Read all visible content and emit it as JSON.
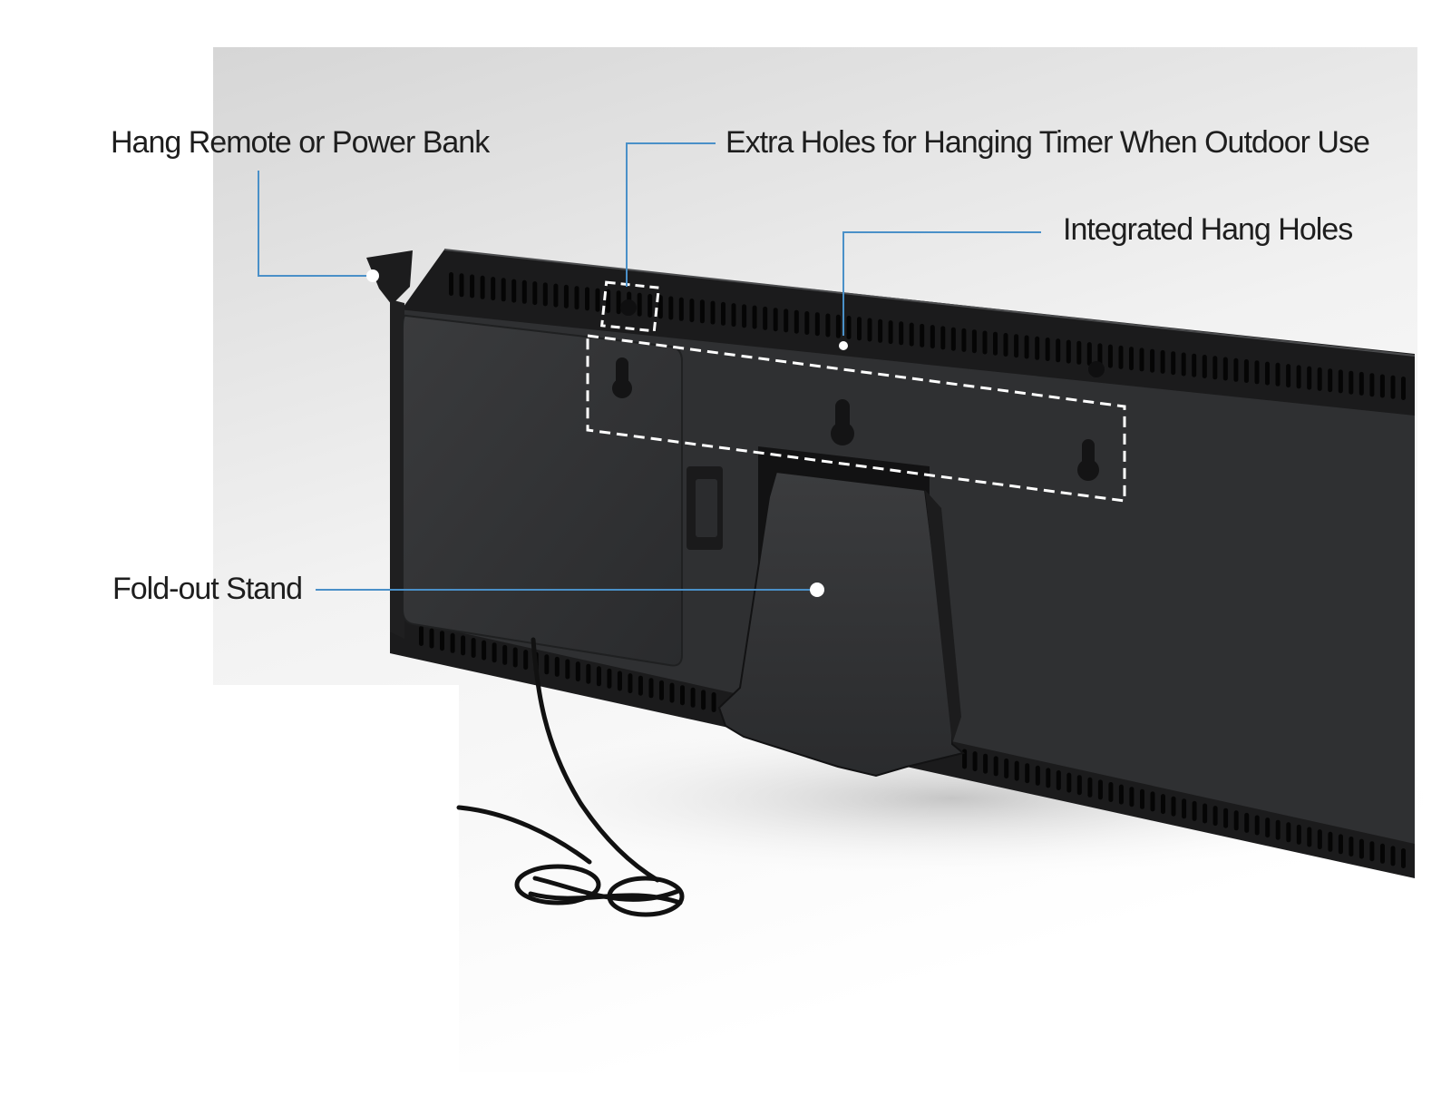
{
  "callouts": {
    "hang_remote": "Hang Remote or Power Bank",
    "extra_holes": "Extra Holes for Hanging Timer When Outdoor Use",
    "integrated_holes": "Integrated Hang Holes",
    "fold_out_stand": "Fold-out Stand"
  },
  "colors": {
    "leader_line": "#4a90c8",
    "device_body": "#2e2f31",
    "device_edge": "#111112",
    "background_top": "#d9d9d9",
    "background_bottom": "#ffffff"
  }
}
